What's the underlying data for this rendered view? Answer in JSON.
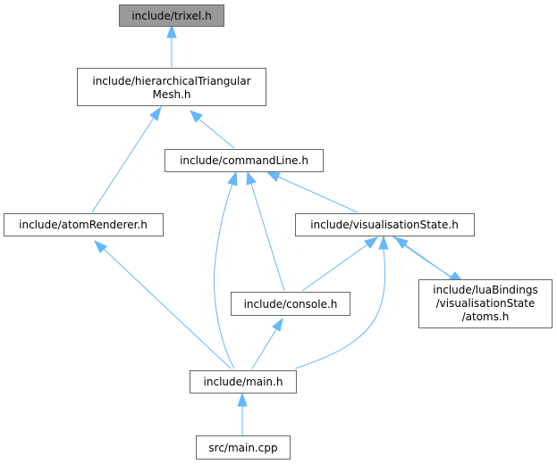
{
  "nodes": {
    "trixel": {
      "lines": [
        "include/trixel.h"
      ],
      "highlight": true
    },
    "htm": {
      "lines": [
        "include/hierarchicalTriangular",
        "Mesh.h"
      ]
    },
    "commandLine": {
      "lines": [
        "include/commandLine.h"
      ]
    },
    "atomRenderer": {
      "lines": [
        "include/atomRenderer.h"
      ]
    },
    "visState": {
      "lines": [
        "include/visualisationState.h"
      ]
    },
    "console": {
      "lines": [
        "include/console.h"
      ]
    },
    "luaAtoms": {
      "lines": [
        "include/luaBindings",
        "/visualisationState",
        "/atoms.h"
      ]
    },
    "mainh": {
      "lines": [
        "include/main.h"
      ]
    },
    "maincpp": {
      "lines": [
        "src/main.cpp"
      ]
    }
  },
  "edges": [
    {
      "from": "htm",
      "to": "trixel"
    },
    {
      "from": "atomRenderer",
      "to": "htm"
    },
    {
      "from": "commandLine",
      "to": "htm"
    },
    {
      "from": "mainh",
      "to": "atomRenderer"
    },
    {
      "from": "console",
      "to": "commandLine"
    },
    {
      "from": "mainh",
      "to": "commandLine"
    },
    {
      "from": "visState",
      "to": "commandLine"
    },
    {
      "from": "console",
      "to": "visState"
    },
    {
      "from": "mainh",
      "to": "visState"
    },
    {
      "from": "luaAtoms",
      "to": "visState"
    },
    {
      "from": "visState",
      "to": "luaAtoms"
    },
    {
      "from": "mainh",
      "to": "console"
    },
    {
      "from": "maincpp",
      "to": "mainh"
    }
  ],
  "colors": {
    "edge": "#63b8ff",
    "node_border": "#666666",
    "highlight_fill": "#999999",
    "node_fill": "#ffffff"
  }
}
